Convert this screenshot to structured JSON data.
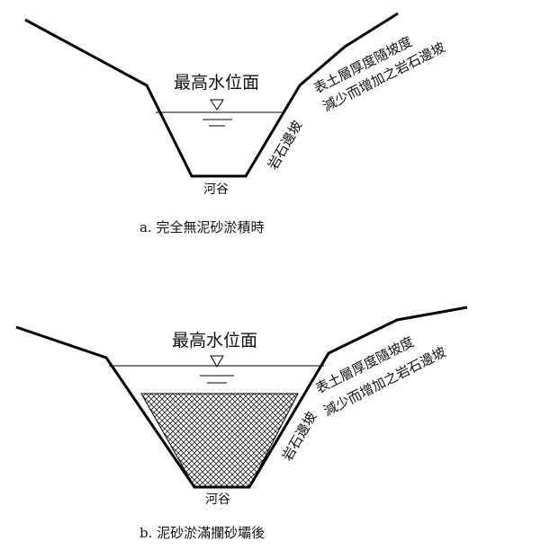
{
  "panels": [
    {
      "water_level_label": "最高水位面",
      "slope_note_line1": "表土層厚度隨坡度",
      "slope_note_line2": "減少而增加之岩石邊坡",
      "rock_slope_label": "岩石邊坡",
      "valley_label": "河谷",
      "caption": "a. 完全無泥砂淤積時"
    },
    {
      "water_level_label": "最高水位面",
      "slope_note_line1": "表土層厚度隨坡度",
      "slope_note_line2": "減少而增加之岩石邊坡",
      "rock_slope_label": "岩石邊坡",
      "valley_label": "河谷",
      "caption": "b. 泥砂淤滿攔砂壩後"
    }
  ]
}
